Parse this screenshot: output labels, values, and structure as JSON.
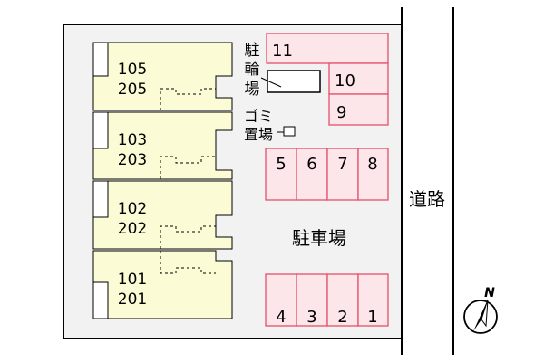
{
  "units": [
    {
      "upper": "105",
      "lower": "205"
    },
    {
      "upper": "103",
      "lower": "203"
    },
    {
      "upper": "102",
      "lower": "202"
    },
    {
      "upper": "101",
      "lower": "201"
    }
  ],
  "bicycle_parking": [
    "駐",
    "輪",
    "場"
  ],
  "garbage_area": [
    "ゴミ",
    "置場"
  ],
  "parking_top": [
    "11",
    "10",
    "9"
  ],
  "parking_mid": [
    "5",
    "6",
    "7",
    "8"
  ],
  "parking_bottom": [
    "4",
    "3",
    "2",
    "1"
  ],
  "parking_lot_label": "駐車場",
  "road_label": "道路",
  "north_label": "N",
  "colors": {
    "building_fill": "#fbfbd6",
    "site_fill": "#f2f2f2",
    "parking_fill": "#fde6ea",
    "parking_stroke": "#e4506a"
  }
}
